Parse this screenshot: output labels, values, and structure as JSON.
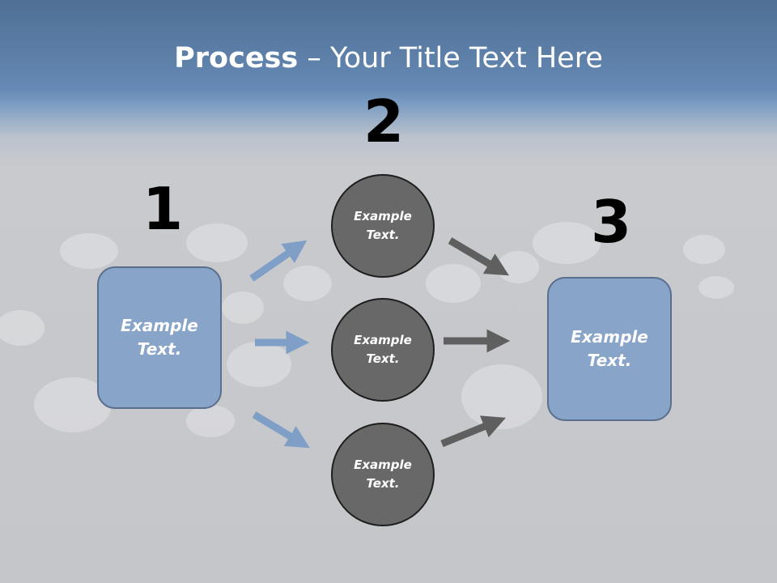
{
  "title": {
    "bold": "Process",
    "rest": " – Your Title Text Here"
  },
  "steps": {
    "one": "1",
    "two": "2",
    "three": "3"
  },
  "left_box": {
    "line1": "Example",
    "line2": "Text."
  },
  "right_box": {
    "line1": "Example",
    "line2": "Text."
  },
  "circles": [
    {
      "line1": "Example",
      "line2": "Text."
    },
    {
      "line1": "Example",
      "line2": "Text."
    },
    {
      "line1": "Example",
      "line2": "Text."
    }
  ],
  "colors": {
    "box_fill": "#88a4c9",
    "circle_fill": "#686868",
    "blue_arrow": "#7f9fc7",
    "gray_arrow": "#5f5f5f",
    "header": "#6589b4"
  }
}
